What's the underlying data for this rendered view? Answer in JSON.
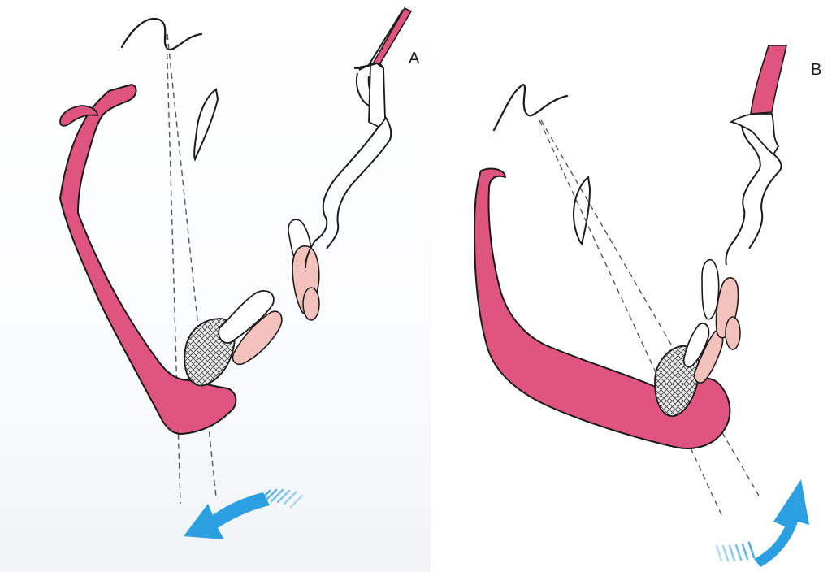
{
  "panels": [
    {
      "label": "A",
      "rotation_arrow": "counterclockwise-arrow"
    },
    {
      "label": "B",
      "rotation_arrow": "clockwise-arrow"
    }
  ],
  "colors": {
    "mandible": "#e0557f",
    "lip_tissue": "#f4c2bd",
    "arrow": "#2b9fe0",
    "outline": "#1a1a1a",
    "reference_line": "#555555"
  }
}
